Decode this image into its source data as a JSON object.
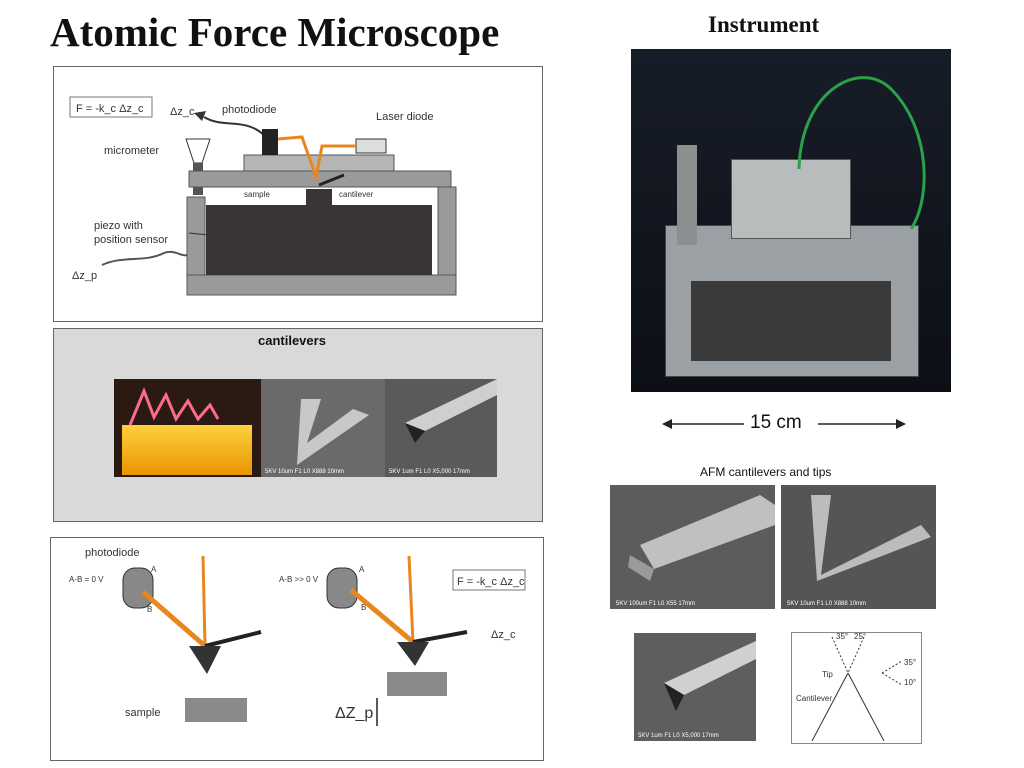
{
  "page": {
    "title": "Atomic Force Microscope",
    "instrument_heading": "Instrument"
  },
  "schematic": {
    "formula": "F = -k_c Δz_c",
    "delta_zc": "Δz_c",
    "photodiode": "photodiode",
    "laser_diode": "Laser diode",
    "micrometer": "micrometer",
    "sample": "sample",
    "cantilever": "cantilever",
    "piezo_line1": "piezo with",
    "piezo_line2": "position sensor",
    "delta_zp": "Δz_p"
  },
  "cantilevers_panel": {
    "title": "cantilevers",
    "sem1_caption": "5KV   10um F1 L0  X888 10mm",
    "sem2_caption": "5KV   1um F1 L0  X5,000 17mm"
  },
  "detection": {
    "photodiode": "photodiode",
    "left_reading": "A-B = 0 V",
    "right_reading": "A-B >> 0 V",
    "label_a": "A",
    "label_b": "B",
    "formula": "F = -k_c Δz_c",
    "delta_zc": "Δz_c",
    "sample": "sample",
    "delta_zp": "ΔZ_p"
  },
  "instrument": {
    "scale_label": "15 cm"
  },
  "tips": {
    "caption": "AFM cantilevers and tips",
    "sem_a": "5KV   100um F1 L0  X55 17mm",
    "sem_b": "5KV   10um F1 L0  X888 10mm",
    "sem_c": "5KV   1um F1 L0  X5,000 17mm",
    "angle_1": "35°",
    "angle_2": "25°",
    "angle_3": "35°",
    "angle_4": "10°",
    "tip_label": "Tip",
    "cantilever_label": "Cantilever"
  }
}
